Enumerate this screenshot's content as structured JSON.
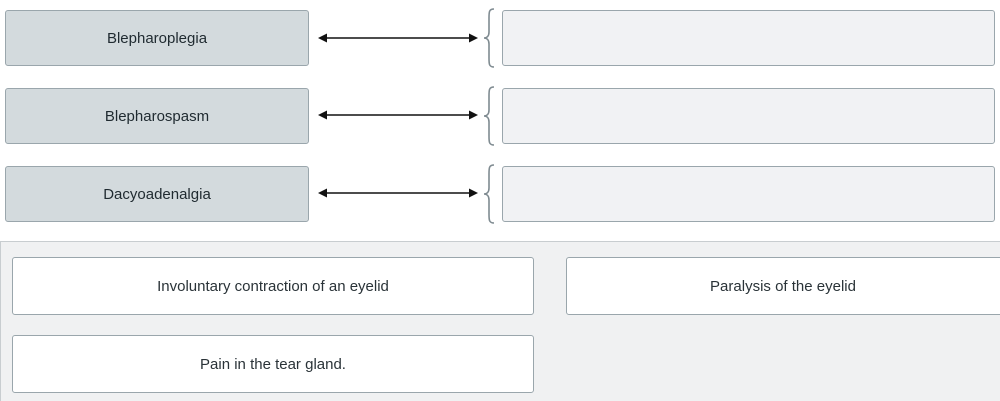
{
  "matching": {
    "prompts": [
      {
        "label": "Blepharoplegia"
      },
      {
        "label": "Blepharospasm"
      },
      {
        "label": "Dacyoadenalgia"
      }
    ]
  },
  "answer_bank": {
    "choices": [
      {
        "label": "Involuntary contraction of an eyelid"
      },
      {
        "label": "Paralysis of the eyelid"
      },
      {
        "label": "Pain in the tear gland."
      }
    ]
  },
  "icons": {
    "arrow": "double-headed-arrow-icon",
    "bracket": "left-curly-bracket-icon"
  },
  "colors": {
    "prompt_background": "#d3dadd",
    "drop_zone_background": "#f1f2f4",
    "bank_background": "#f0f1f2",
    "border": "#9aa6ac",
    "bracket": "#7f8b91",
    "arrow": "#111111"
  }
}
